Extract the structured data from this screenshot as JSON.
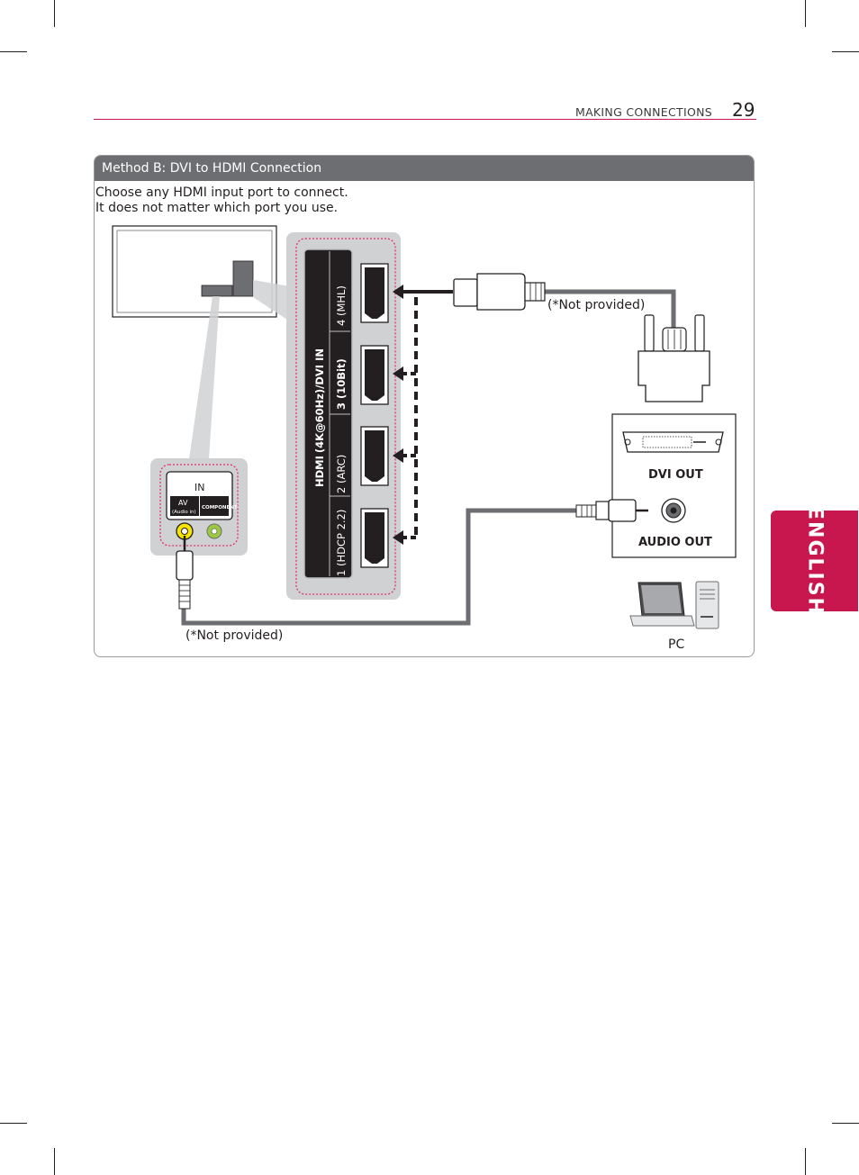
{
  "header": {
    "section": "MAKING CONNECTIONS",
    "page_number": "29"
  },
  "side_tab": "ENGLISH",
  "method": {
    "title": "Method B: DVI to HDMI Connection",
    "instruction_line1": "Choose any HDMI input port to connect.",
    "instruction_line2": "It does not matter which port you use."
  },
  "diagram": {
    "hdmi_panel": {
      "title_logo": "HDMI",
      "title_rest": "(4K@60Hz)/DVI IN",
      "ports": [
        "1 (HDCP 2.2)",
        "2 (ARC)",
        "3 (10Bit)",
        "4 (MHL)"
      ]
    },
    "av_panel": {
      "in_label": "IN",
      "av_label": "AV",
      "audio_in_label": "(Audio in)",
      "component_label": "COMPONENT"
    },
    "pc_panel": {
      "dvi_out": "DVI OUT",
      "audio_out": "AUDIO OUT",
      "pc_label": "PC"
    },
    "not_provided_top": "(*Not provided)",
    "not_provided_bottom": "(*Not provided)"
  },
  "colors": {
    "accent": "#c8174e",
    "panel_title_bg": "#6d6e71",
    "dashed_highlight": "#e3306c",
    "cable_gray": "#6d6e71"
  }
}
